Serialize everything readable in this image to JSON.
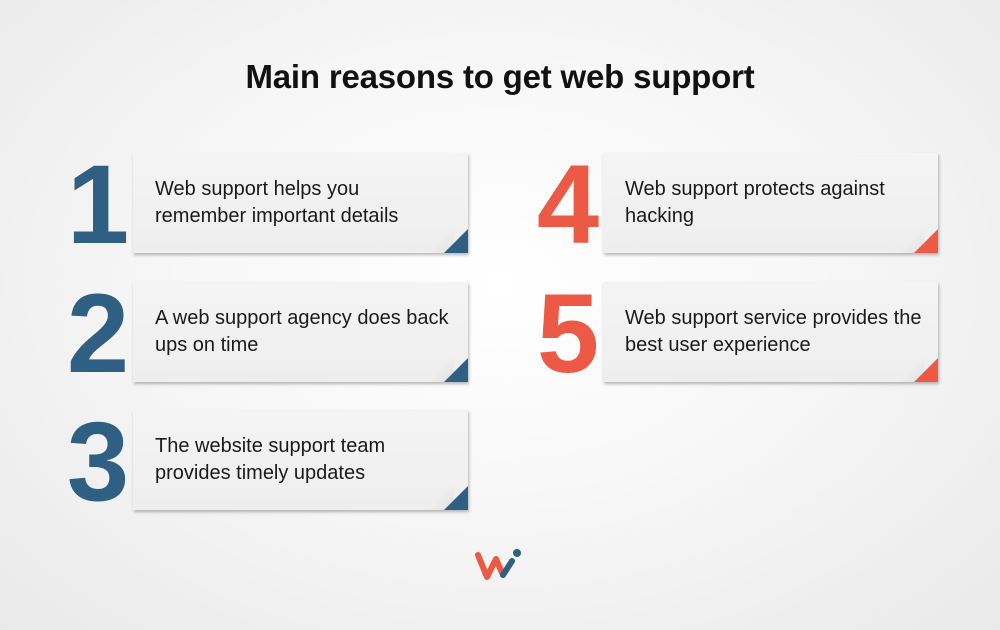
{
  "title": "Main reasons to get web support",
  "colors": {
    "blue": "#2f5f82",
    "red": "#ec5a45",
    "card": "#f1f1f1"
  },
  "reasons": [
    {
      "number": "1",
      "text": "Web support helps you remember important details",
      "color": "#2f5f82"
    },
    {
      "number": "2",
      "text": "A web support agency does back ups on time",
      "color": "#2f5f82"
    },
    {
      "number": "3",
      "text": "The website support team provides timely updates",
      "color": "#2f5f82"
    },
    {
      "number": "4",
      "text": "Web support protects against hacking",
      "color": "#ec5a45"
    },
    {
      "number": "5",
      "text": "Web support service provides the best user experience",
      "color": "#ec5a45"
    }
  ],
  "logo": {
    "icon": "w-letter-logo"
  }
}
